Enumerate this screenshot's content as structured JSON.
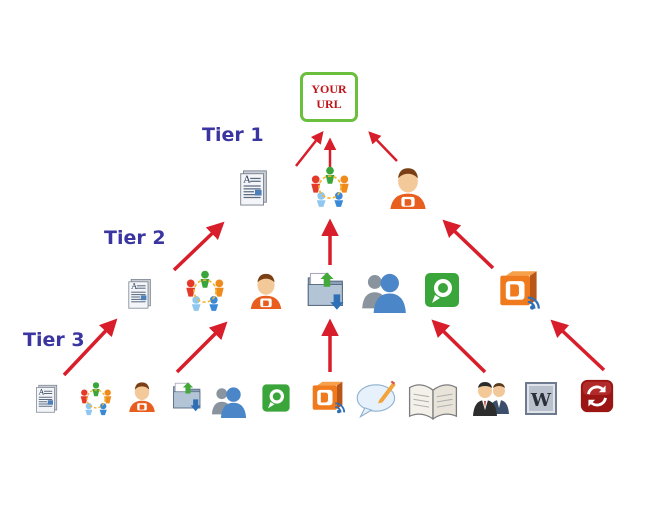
{
  "target": {
    "line1": "YOUR",
    "line2": "URL"
  },
  "tiers": [
    {
      "label": "Tier 1",
      "icons": [
        "article-icon",
        "social-network-icon",
        "blogger-user-icon"
      ]
    },
    {
      "label": "Tier 2",
      "icons": [
        "article-icon",
        "social-network-icon",
        "blogger-user-icon",
        "folder-download-icon",
        "people-icon",
        "technorati-icon",
        "blogger-rss-icon"
      ]
    },
    {
      "label": "Tier 3",
      "icons": [
        "article-icon",
        "social-network-icon",
        "blogger-user-icon",
        "folder-download-icon",
        "people-icon",
        "technorati-icon",
        "blogger-rss-icon",
        "comment-bubble-icon",
        "open-book-icon",
        "users-group-icon",
        "wikipedia-icon",
        "refresh-icon"
      ]
    }
  ],
  "colors": {
    "arrow": "#d81e2a",
    "tier_label": "#3a35a0",
    "target_border": "#6abf3c",
    "target_text": "#c0141a",
    "blogger_orange": "#f07a1e",
    "people_blue": "#4a86c8",
    "technorati_green": "#3aa53a"
  }
}
